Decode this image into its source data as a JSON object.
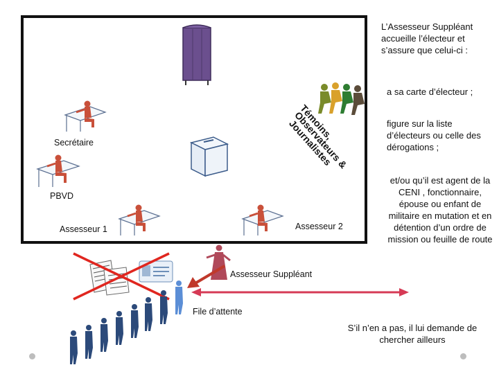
{
  "labels": {
    "secretaire": "Secrétaire",
    "pbvd": "PBVD",
    "assesseur1": "Assesseur 1",
    "assesseur2": "Assesseur 2",
    "assesseur_suppleant": "Assesseur Suppléant",
    "file_attente": "File d’attente",
    "temoins_line1": "Témoins,",
    "temoins_line2": "Observateurs &",
    "temoins_line3": "Journalistes"
  },
  "side_text": {
    "intro": "L’Assesseur Suppléant accueille l’électeur  et s’assure que celui-ci :",
    "item1": "a sa carte d’électeur ;",
    "item2": "figure sur la liste d’électeurs ou  celle des dérogations ;",
    "item3": "et/ou qu’il est agent de la CENI , fonctionnaire, épouse ou enfant de militaire en mutation et en détention d’un ordre de mission ou feuille de route",
    "footer": "S’il n’en a pas, il lui demande de chercher ailleurs"
  },
  "colors": {
    "booth": "#6b4f8e",
    "officials": "#c9503a",
    "witnesses": [
      "#7a8b2a",
      "#d9a12b",
      "#2e7d32",
      "#5b4c3a"
    ],
    "queue": "#2c4a7a",
    "suppleant": "#b0495a",
    "arrow": "#c0392b",
    "cross": "#e0261f"
  },
  "icons": [
    "voting-booth-icon",
    "ballot-box-icon",
    "desk-official-icon",
    "person-queue-icon",
    "documents-icon",
    "voter-card-icon"
  ]
}
